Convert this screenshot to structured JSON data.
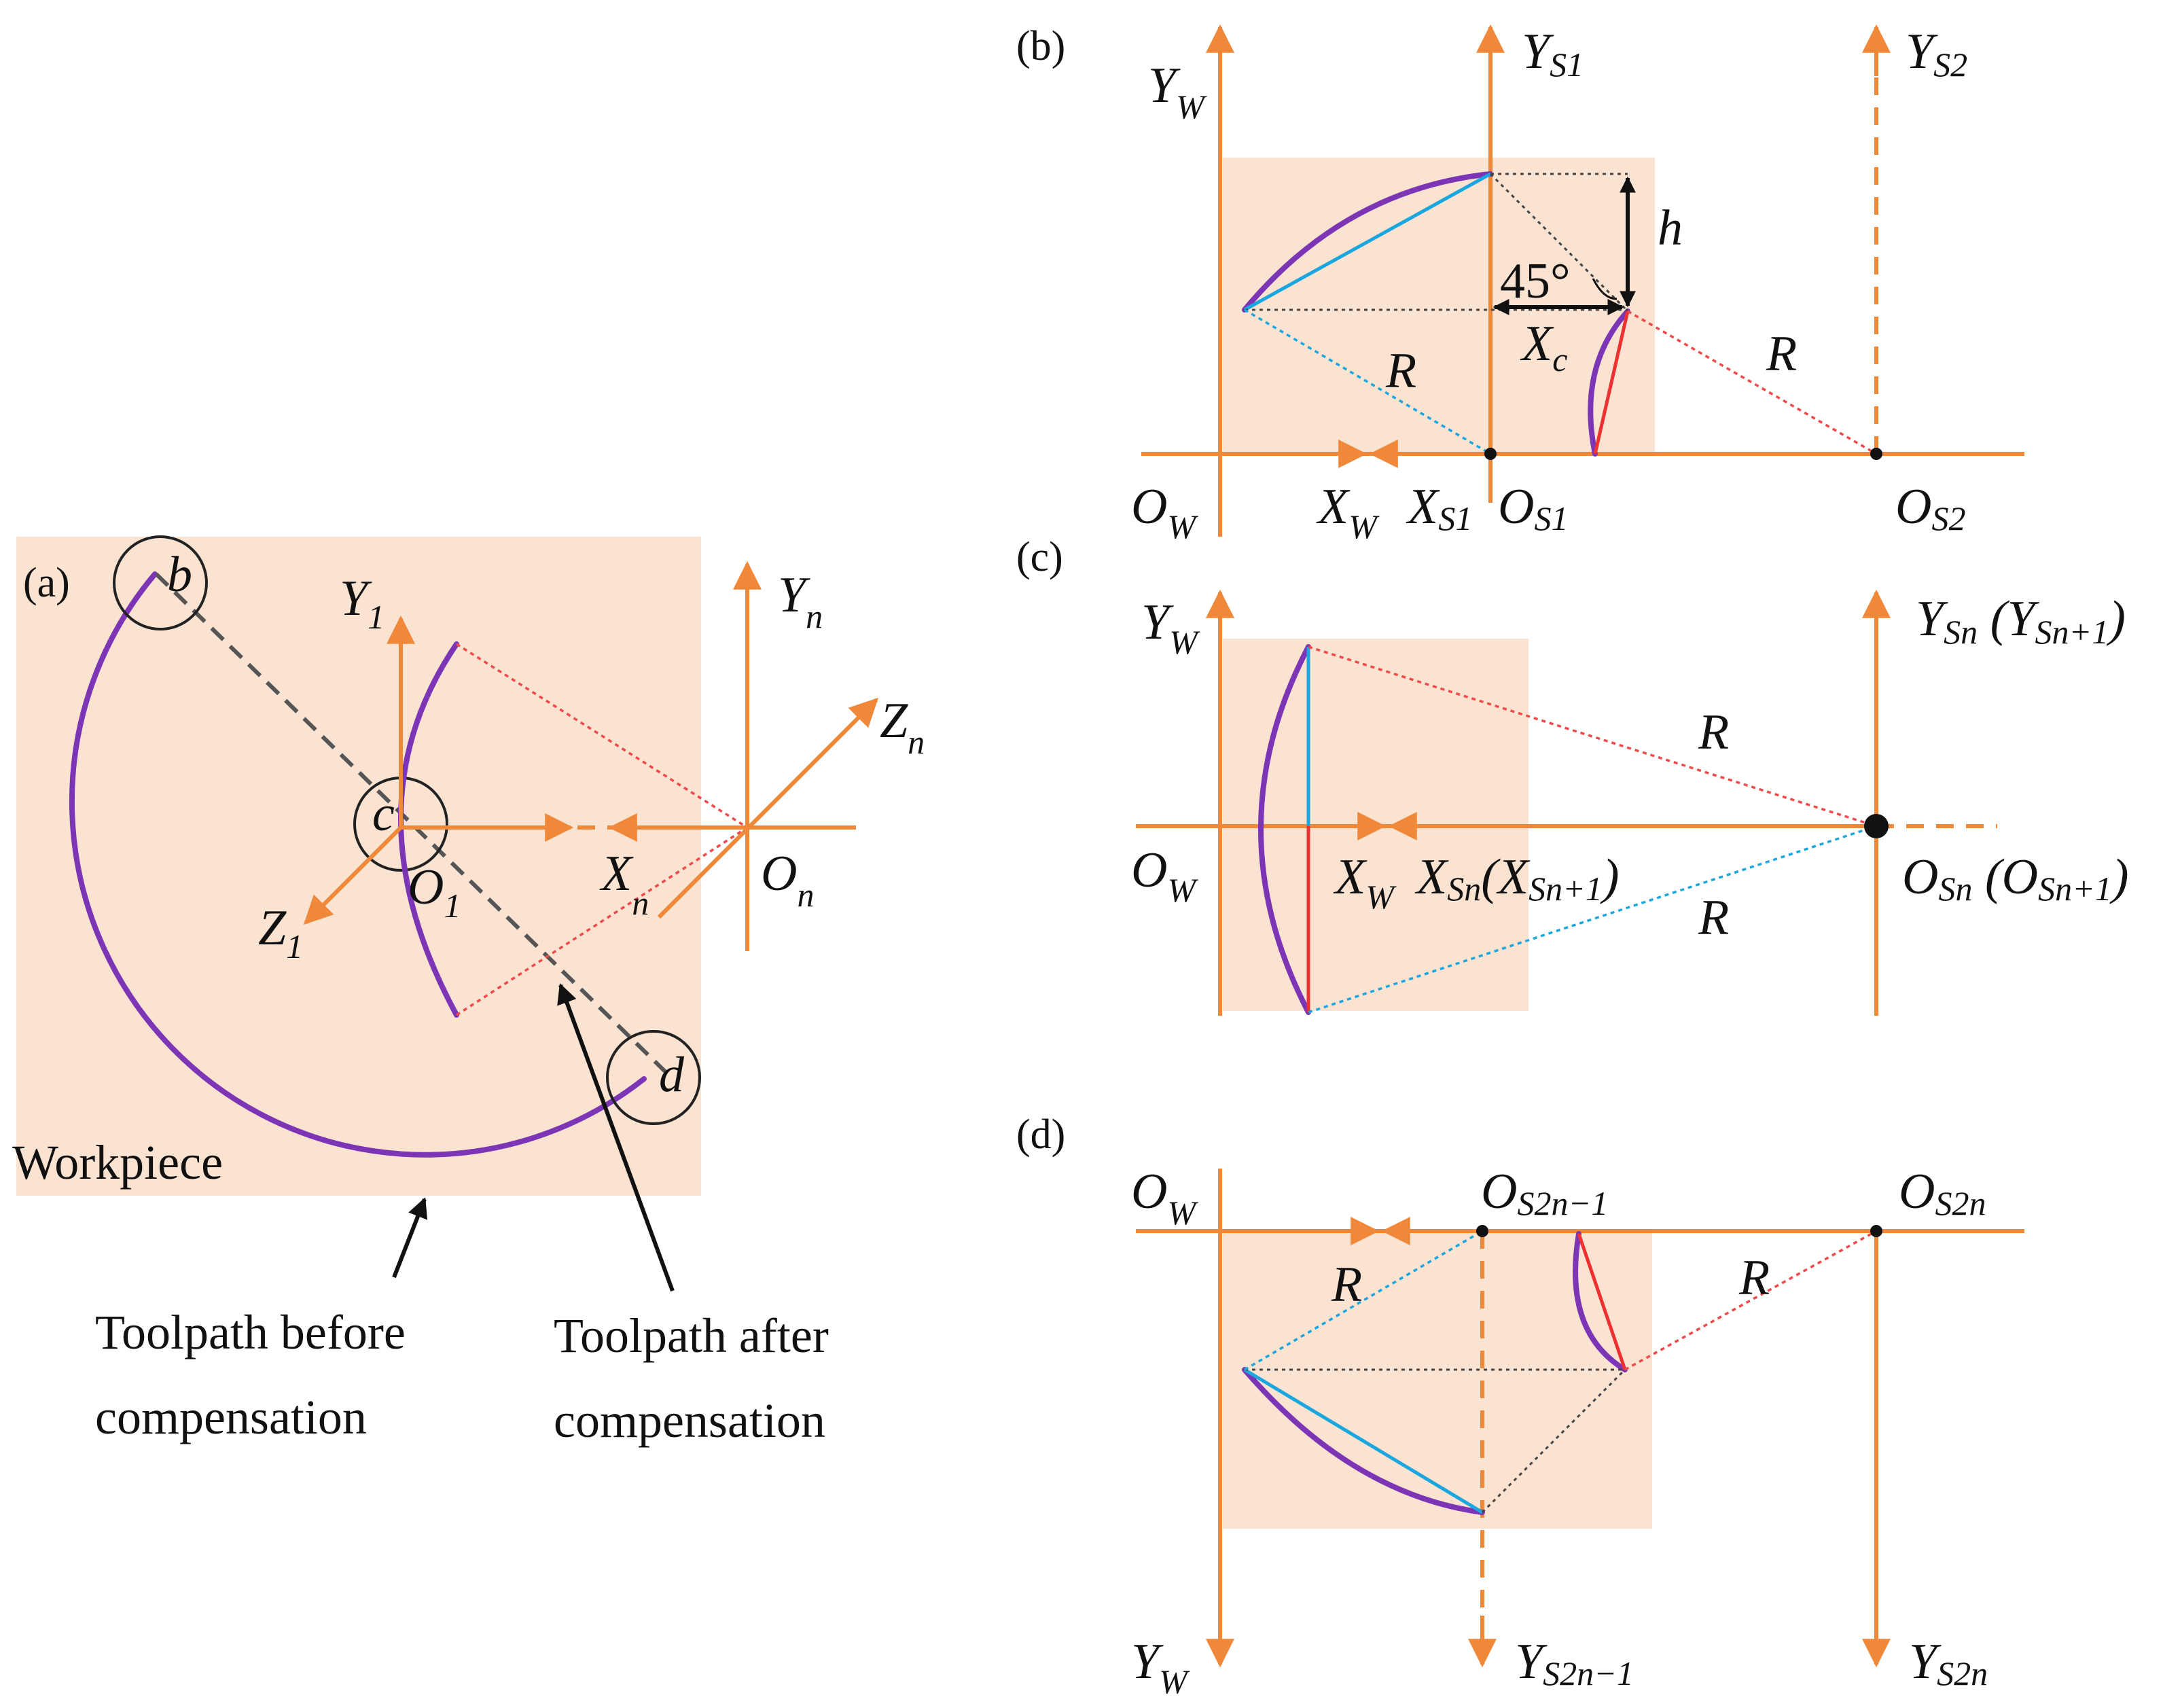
{
  "colors": {
    "axis": "#f0883a",
    "workpiece": "#fbe3d2",
    "toolpath": "#7b35b5",
    "chord_blue": "#1aa6de",
    "chord_red": "#ee3030"
  },
  "panel_a": {
    "label": "(a)",
    "point_b": "b",
    "point_c": "c",
    "point_d": "d",
    "y1": "Y",
    "y1_sub": "1",
    "z1": "Z",
    "z1_sub": "1",
    "o1": "O",
    "o1_sub": "1",
    "yn": "Y",
    "yn_sub": "n",
    "zn": "Z",
    "zn_sub": "n",
    "xn": "X",
    "xn_sub": "n",
    "on": "O",
    "on_sub": "n",
    "workpiece": "Workpiece",
    "before_line1": "Toolpath before",
    "before_line2": "compensation",
    "after_line1": "Toolpath after",
    "after_line2": "compensation"
  },
  "panel_b": {
    "label": "(b)",
    "yw": "Y",
    "yw_sub": "W",
    "ys1": "Y",
    "ys1_sub": "S1",
    "ys2": "Y",
    "ys2_sub": "S2",
    "h": "h",
    "angle": "45°",
    "xc": "X",
    "xc_sub": "c",
    "r_left": "R",
    "r_right": "R",
    "ow": "O",
    "ow_sub": "W",
    "xw": "X",
    "xw_sub": "W",
    "xs1": "X",
    "xs1_sub": "S1",
    "os1": "O",
    "os1_sub": "S1",
    "os2": "O",
    "os2_sub": "S2"
  },
  "panel_c": {
    "label": "(c)",
    "yw": "Y",
    "yw_sub": "W",
    "ysn": "Y",
    "ysn_sub": "Sn",
    "ysn1": "Y",
    "ysn1_sub": "Sn+1",
    "r_top": "R",
    "r_bottom": "R",
    "ow": "O",
    "ow_sub": "W",
    "xw": "X",
    "xw_sub": "W",
    "xsn": "X",
    "xsn_sub": "Sn",
    "xsn1": "X",
    "xsn1_sub": "Sn+1",
    "osn": "O",
    "osn_sub": "Sn",
    "osn1": "O",
    "osn1_sub": "Sn+1"
  },
  "panel_d": {
    "label": "(d)",
    "ow": "O",
    "ow_sub": "W",
    "os2n1": "O",
    "os2n1_sub": "S2n−1",
    "os2n": "O",
    "os2n_sub": "S2n",
    "r_left": "R",
    "r_right": "R",
    "yw": "Y",
    "yw_sub": "W",
    "ys2n1": "Y",
    "ys2n1_sub": "S2n−1",
    "ys2n": "Y",
    "ys2n_sub": "S2n"
  }
}
